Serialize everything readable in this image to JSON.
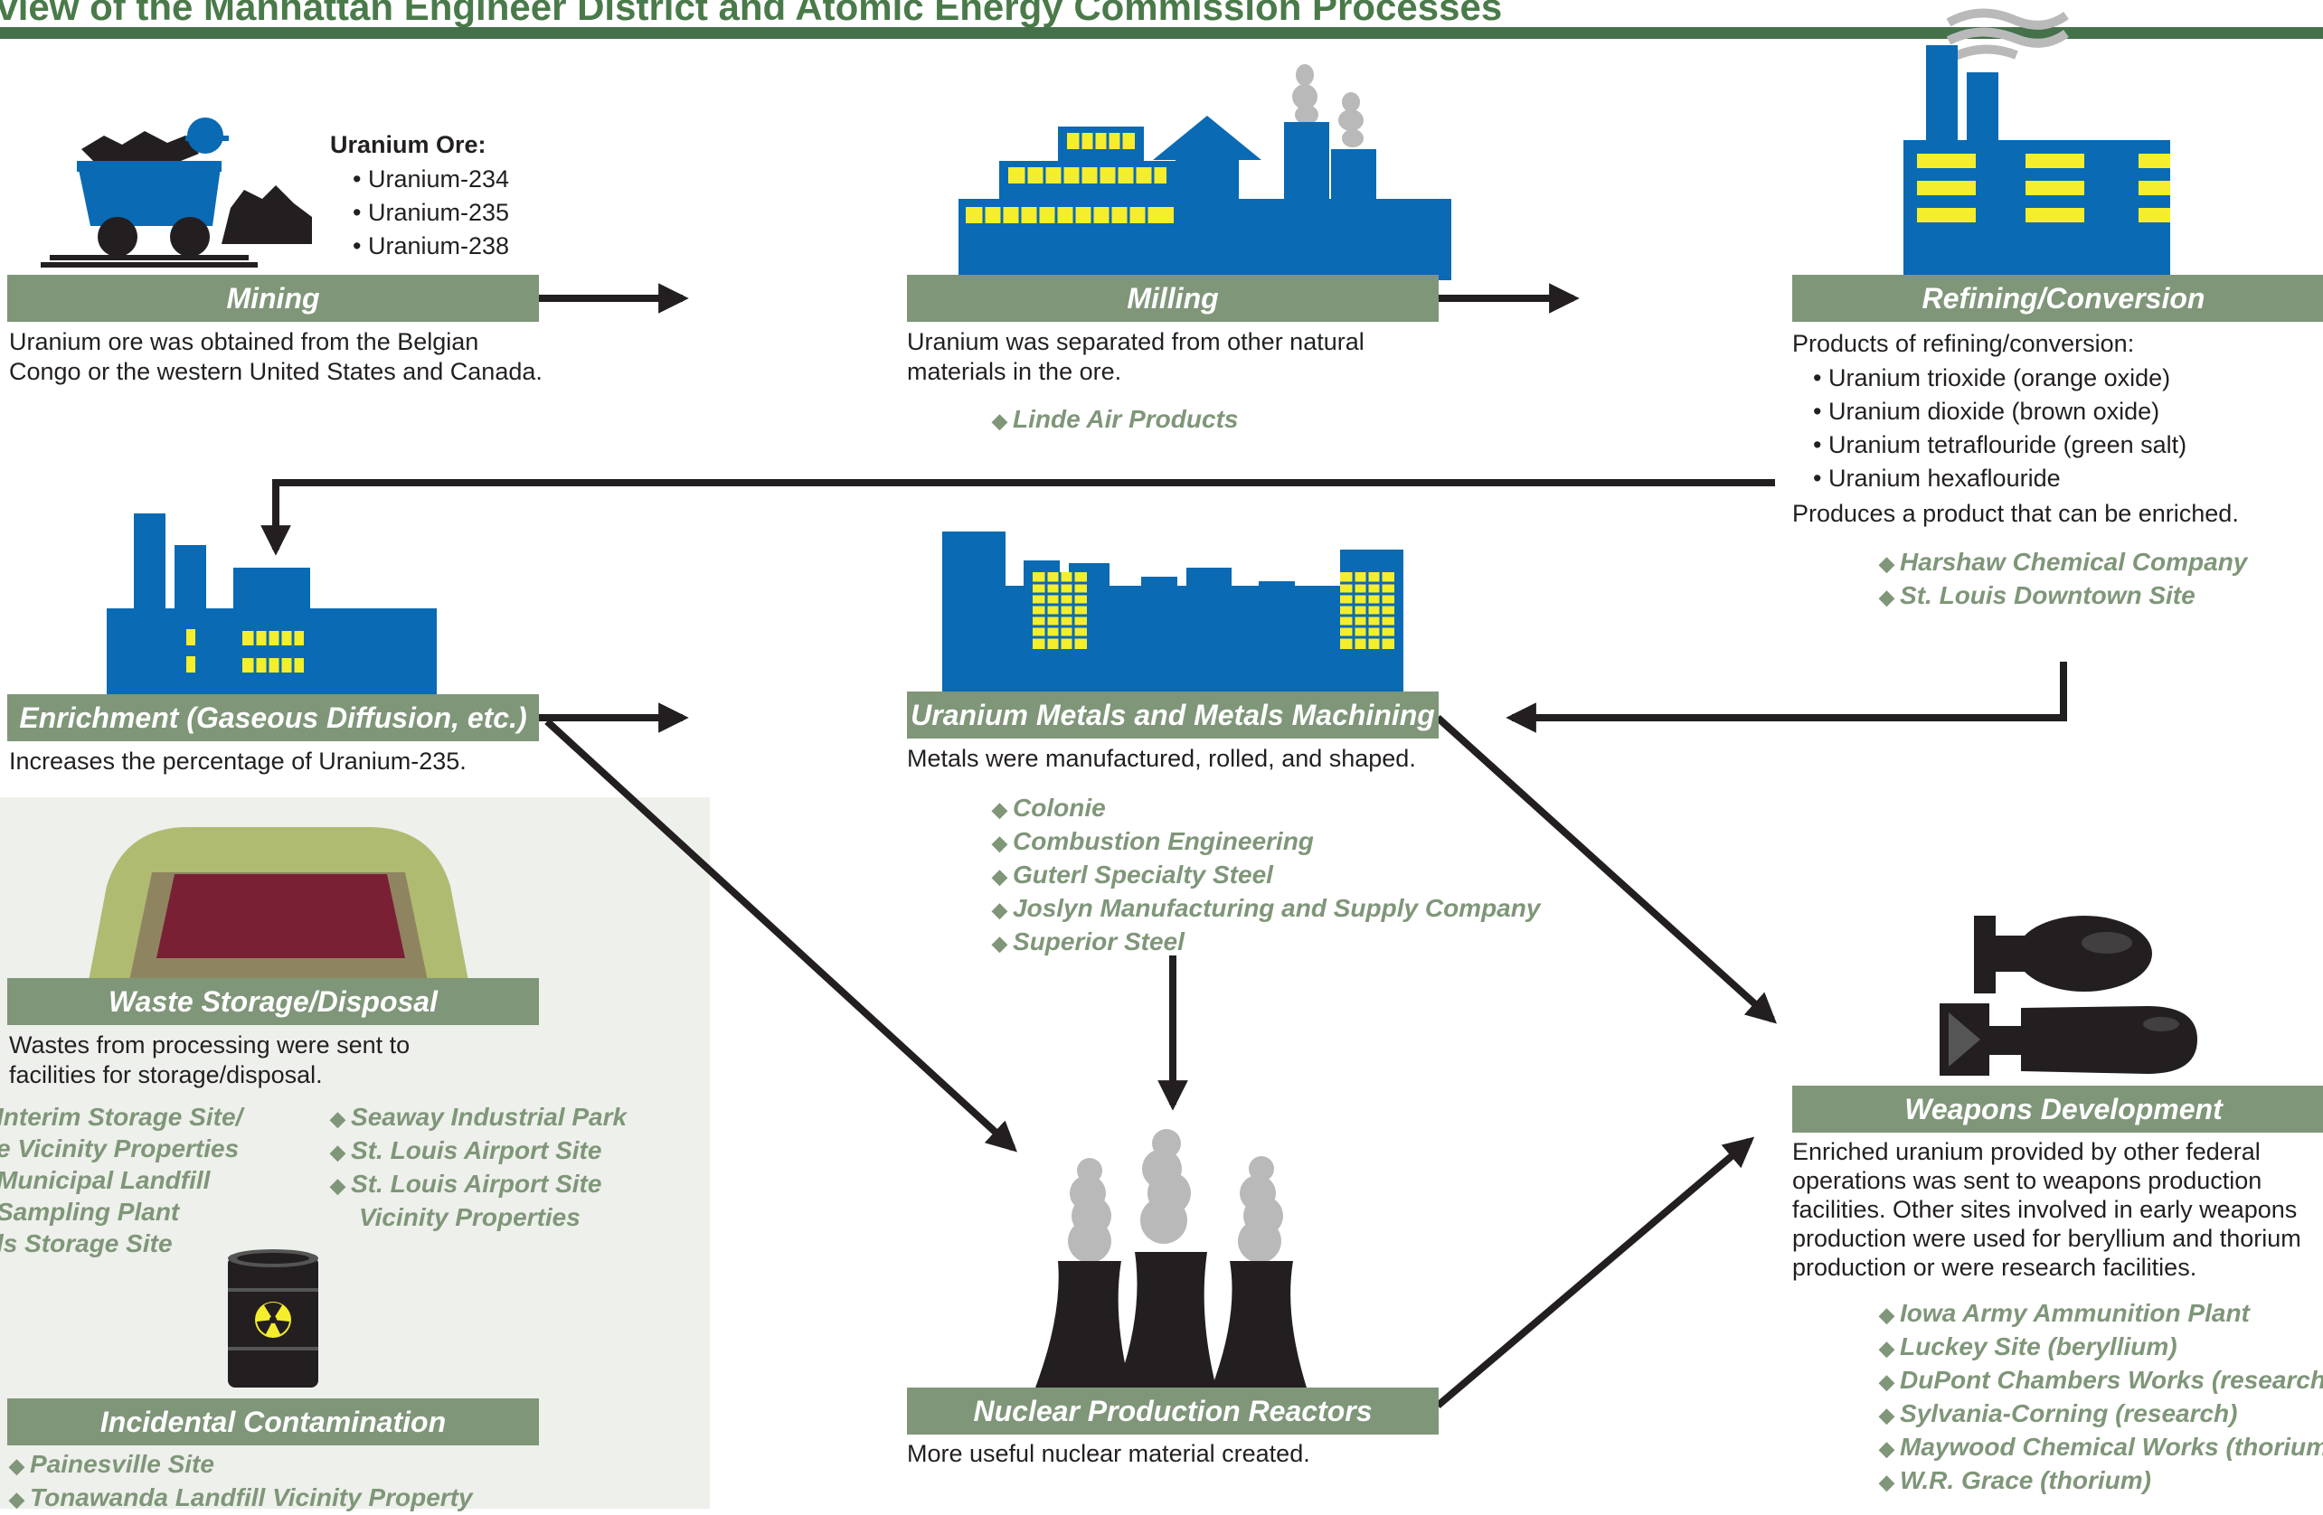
{
  "header": {
    "title": "rview of the Manhattan Engineer District and Atomic Energy Commission Processes"
  },
  "colors": {
    "header_green": "#44704a",
    "label_bar": "#7f9679",
    "facility_text": "#7f9679",
    "building_blue": "#0a6ab3",
    "window_yellow": "#f5ee2c",
    "arrow": "#231f20",
    "waste_panel": "#eef0eb"
  },
  "mining": {
    "label": "Mining",
    "ore_title": "Uranium Ore:",
    "ore_items": [
      "Uranium-234",
      "Uranium-235",
      "Uranium-238"
    ],
    "desc": [
      "Uranium ore was obtained from the Belgian",
      "Congo or the western United States and Canada."
    ],
    "icon": "ore-cart-icon"
  },
  "milling": {
    "label": "Milling",
    "desc": [
      "Uranium was separated from other natural",
      "materials in the ore."
    ],
    "facilities": [
      "Linde Air Products"
    ],
    "icon": "mill-building-icon"
  },
  "refining": {
    "label": "Refining/Conversion",
    "intro": "Products of refining/conversion:",
    "products": [
      "Uranium trioxide (orange oxide)",
      "Uranium dioxide (brown oxide)",
      "Uranium tetraflouride (green salt)",
      "Uranium hexaflouride"
    ],
    "outro": "Produces a product that can be enriched.",
    "facilities": [
      "Harshaw Chemical Company",
      "St. Louis Downtown Site"
    ],
    "icon": "refinery-building-icon"
  },
  "enrichment": {
    "label": "Enrichment (Gaseous Diffusion, etc.)",
    "desc": "Increases the percentage of Uranium-235.",
    "icon": "enrichment-plant-icon"
  },
  "metals": {
    "label": "Uranium Metals and Metals Machining",
    "desc": "Metals were manufactured, rolled, and shaped.",
    "facilities": [
      "Colonie",
      "Combustion Engineering",
      "Guterl Specialty Steel",
      "Joslyn Manufacturing and Supply Company",
      "Superior Steel"
    ],
    "icon": "metals-factory-icon"
  },
  "waste": {
    "label": "Waste Storage/Disposal",
    "desc": [
      "Wastes from processing were sent to",
      "facilities for storage/disposal."
    ],
    "sites_left": [
      "Interim Storage Site/",
      "e Vicinity Properties",
      "Municipal Landfill",
      "Sampling Plant",
      "ls Storage Site"
    ],
    "sites_right": [
      "Seaway Industrial Park",
      "St. Louis Airport Site",
      "St. Louis Airport Site"
    ],
    "sites_right_cont": "Vicinity Properties",
    "icon": "landfill-icon"
  },
  "incidental": {
    "label": "Incidental Contamination",
    "facilities": [
      "Painesville Site",
      "Tonawanda Landfill Vicinity Property"
    ],
    "icon": "radioactive-barrel-icon"
  },
  "reactors": {
    "label": "Nuclear Production Reactors",
    "desc": "More useful nuclear material created.",
    "icon": "cooling-towers-icon"
  },
  "weapons": {
    "label": "Weapons Development",
    "desc": [
      "Enriched uranium provided by other federal",
      "operations was sent to weapons production",
      "facilities. Other sites involved in early weapons",
      "production were used for beryllium and thorium",
      "production or were research facilities."
    ],
    "facilities": [
      "Iowa Army Ammunition Plant",
      "Luckey Site (beryllium)",
      "DuPont Chambers Works (research)",
      "Sylvania-Corning (research)",
      "Maywood Chemical Works (thorium)",
      "W.R. Grace (thorium)"
    ],
    "icon": "bombs-icon"
  }
}
